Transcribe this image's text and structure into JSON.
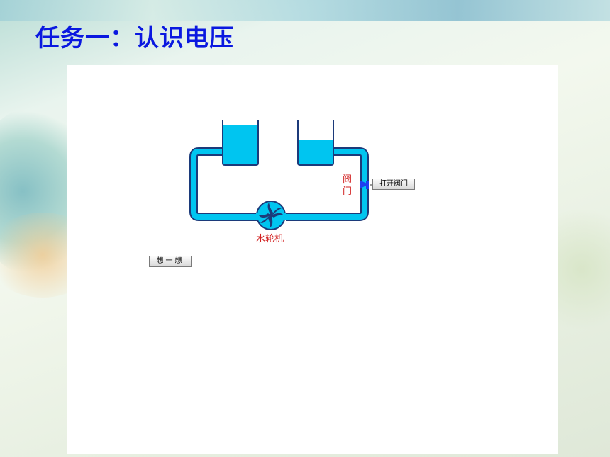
{
  "slide": {
    "title": "任务一：认识电压"
  },
  "diagram": {
    "valve_label": "阀门",
    "turbine_label": "水轮机",
    "colors": {
      "pipe_water": "#00c5f0",
      "pipe_outline": "#1c3a7a",
      "valve": "#1e3ff0",
      "labels": "#d22020"
    }
  },
  "buttons": {
    "open_valve": "打开阀门",
    "think": "想一想"
  }
}
